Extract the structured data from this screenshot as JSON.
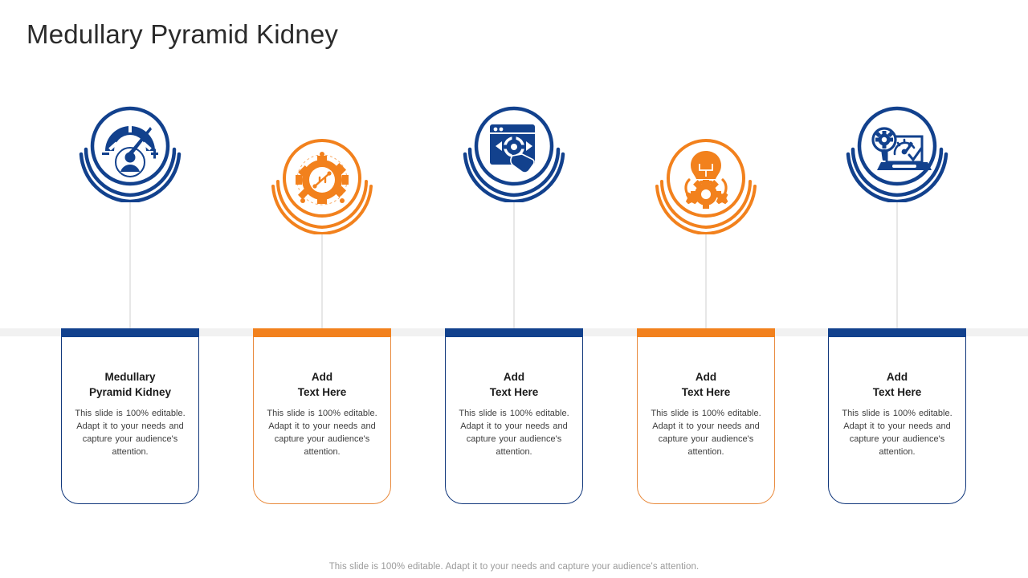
{
  "slide": {
    "title": "Medullary Pyramid Kidney",
    "footer": "This slide is 100% editable. Adapt it to your needs and capture your audience's attention.",
    "colors": {
      "blue": "#12418d",
      "blue_dark": "#12387c",
      "orange": "#f2811d",
      "orange_border": "#e98b3e",
      "title_text": "#2b2b2b",
      "body_text": "#3d3d3d",
      "footer_text": "#9a9a9a",
      "band_gray": "#f1f1f1",
      "connector_gray": "#cfcfcf"
    }
  },
  "columns": [
    {
      "position": "up",
      "accent": "blue",
      "icon_name": "gauge-person-icon",
      "heading": "Medullary\nPyramid Kidney",
      "text": "This slide is 100% editable. Adapt it to your needs and capture your audience's attention."
    },
    {
      "position": "down",
      "accent": "orange",
      "icon_name": "gear-circuit-icon",
      "heading": "Add\nText Here",
      "text": "This slide is 100% editable. Adapt it to your needs and capture your audience's attention."
    },
    {
      "position": "up",
      "accent": "blue",
      "icon_name": "browser-gear-click-icon",
      "heading": "Add\nText Here",
      "text": "This slide is 100% editable. Adapt it to your needs and capture your audience's attention."
    },
    {
      "position": "down",
      "accent": "orange",
      "icon_name": "lightbulb-gears-icon",
      "heading": "Add\nText Here",
      "text": "This slide is 100% editable. Adapt it to your needs and capture your audience's attention."
    },
    {
      "position": "up",
      "accent": "blue",
      "icon_name": "laptop-gauge-magnifier-icon",
      "heading": "Add\nText Here",
      "text": "This slide is 100% editable. Adapt it to your needs and capture your audience's attention."
    }
  ]
}
